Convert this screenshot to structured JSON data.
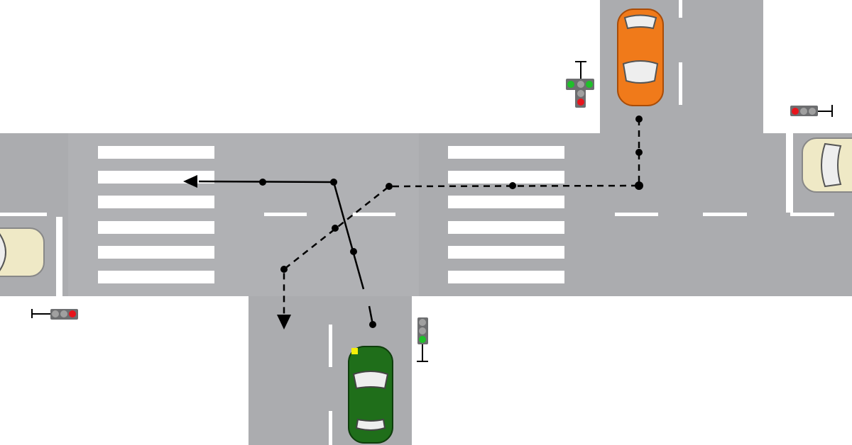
{
  "colors": {
    "road": "#abacaf",
    "marking": "#ffffff",
    "background": "#ffffff",
    "orange_car": "#f07a1a",
    "green_car": "#1f6e1a",
    "beige_car": "#efe9c6",
    "signal_red": "#e8141c",
    "signal_green": "#1fbf2a",
    "signal_off": "#a0a0a0",
    "signal_body": "#6d6e70",
    "path": "#000000"
  },
  "scene": {
    "vehicles": [
      {
        "id": "orange-car",
        "color": "orange",
        "heading": "south"
      },
      {
        "id": "green-car",
        "color": "green",
        "heading": "north"
      },
      {
        "id": "beige-car-right",
        "color": "beige",
        "heading": "west"
      },
      {
        "id": "beige-car-left",
        "color": "beige",
        "heading": "east"
      }
    ],
    "signals": [
      {
        "id": "signal-north",
        "state": "red",
        "arrows": "green-left-right"
      },
      {
        "id": "signal-east",
        "state": "red"
      },
      {
        "id": "signal-west",
        "state": "red"
      },
      {
        "id": "signal-south",
        "state": "green"
      }
    ],
    "paths": [
      {
        "id": "green-car-path",
        "style": "solid",
        "direction": "left-turn"
      },
      {
        "id": "orange-car-path",
        "style": "dashed",
        "direction": "left-turn"
      }
    ]
  },
  "icons": [
    "car-icon",
    "traffic-light-icon",
    "arrow-head-icon"
  ]
}
